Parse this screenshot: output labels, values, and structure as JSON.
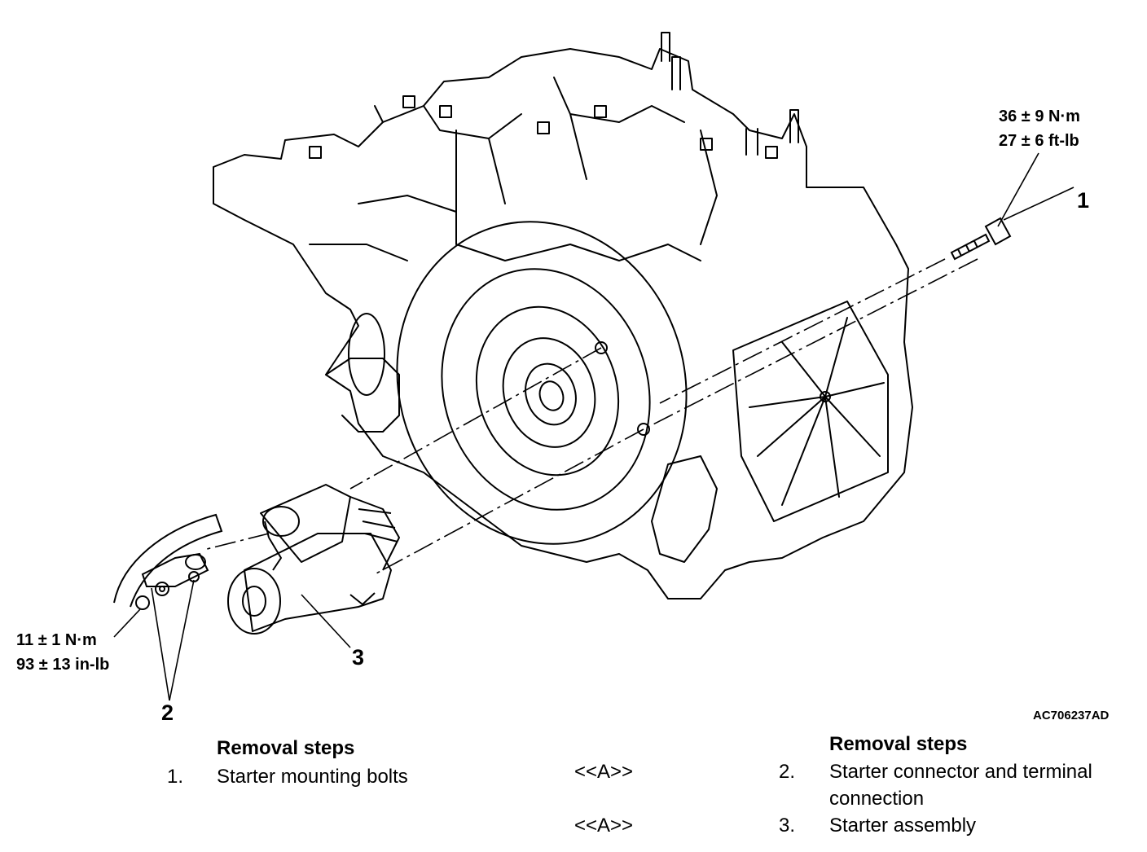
{
  "figure": {
    "torque_bolt": [
      "36 ± 9 N·m",
      "27 ± 6 ft-lb"
    ],
    "torque_nut": [
      "11 ± 1 N·m",
      "93 ± 13 in-lb"
    ],
    "callouts": [
      "1",
      "2",
      "3"
    ],
    "figure_id": "AC706237AD"
  },
  "left_steps": {
    "header": "Removal steps",
    "items": [
      {
        "num": "1.",
        "text": "Starter mounting bolts",
        "ref": ""
      }
    ]
  },
  "right_steps": {
    "header": "Removal steps",
    "items": [
      {
        "ref": "<<A>>",
        "num": "2.",
        "text_line1": "Starter connector and terminal",
        "text_line2": "connection"
      },
      {
        "ref": "<<A>>",
        "num": "3.",
        "text_line1": "Starter assembly",
        "text_line2": ""
      }
    ]
  }
}
